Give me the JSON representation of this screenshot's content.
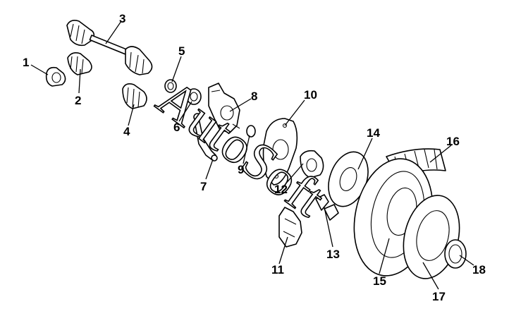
{
  "watermark": "AutoSoft",
  "callouts": [
    "1",
    "2",
    "3",
    "4",
    "5",
    "6",
    "7",
    "8",
    "9",
    "10",
    "11",
    "12",
    "13",
    "14",
    "15",
    "16",
    "17",
    "18"
  ]
}
